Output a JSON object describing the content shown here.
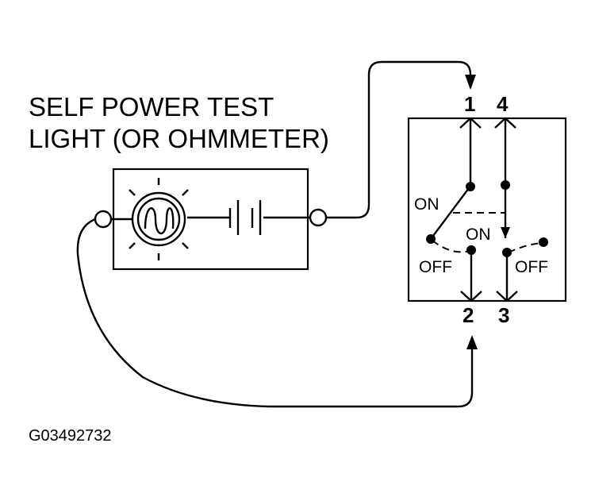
{
  "title": {
    "line1": "SELF POWER TEST",
    "line2": "LIGHT (OR OHMMETER)"
  },
  "terminals": {
    "t1": "1",
    "t2": "2",
    "t3": "3",
    "t4": "4"
  },
  "switch_states": {
    "left_on": "ON",
    "left_off": "OFF",
    "right_on": "ON",
    "right_off": "OFF"
  },
  "figure_code": "G03492732"
}
